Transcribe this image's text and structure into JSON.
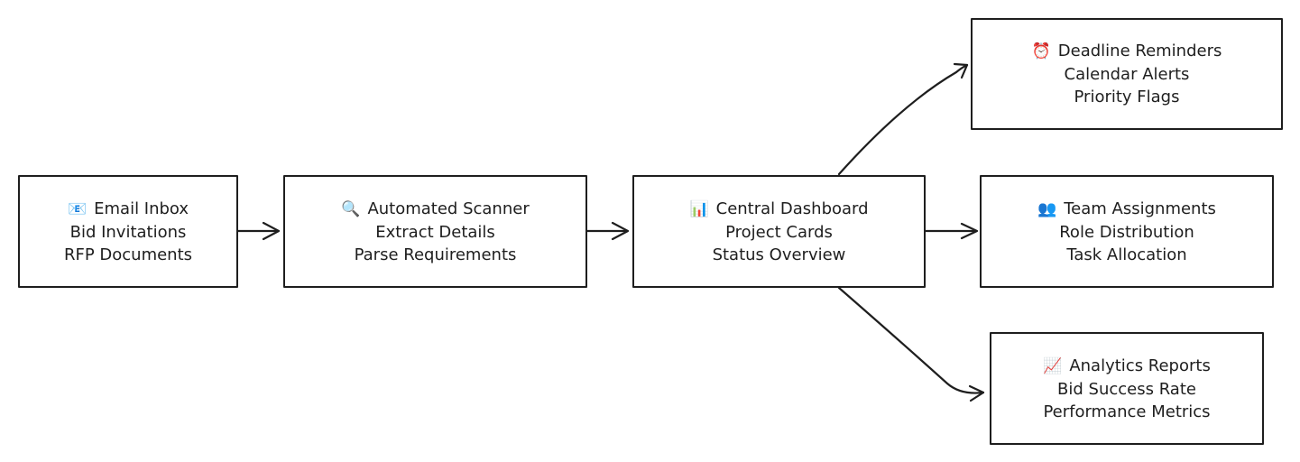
{
  "nodes": [
    {
      "id": "email",
      "icon": "📧",
      "icon_name": "envelope-icon",
      "lines": [
        "Email Inbox",
        "Bid Invitations",
        "RFP Documents"
      ]
    },
    {
      "id": "scanner",
      "icon": "🔍",
      "icon_name": "magnifier-icon",
      "lines": [
        "Automated Scanner",
        "Extract Details",
        "Parse Requirements"
      ]
    },
    {
      "id": "dashboard",
      "icon": "📊",
      "icon_name": "bar-chart-icon",
      "lines": [
        "Central Dashboard",
        "Project Cards",
        "Status Overview"
      ]
    },
    {
      "id": "deadline",
      "icon": "⏰",
      "icon_name": "alarm-clock-icon",
      "lines": [
        "Deadline Reminders",
        "Calendar Alerts",
        "Priority Flags"
      ]
    },
    {
      "id": "team",
      "icon": "👥",
      "icon_name": "people-icon",
      "lines": [
        "Team Assignments",
        "Role Distribution",
        "Task Allocation"
      ]
    },
    {
      "id": "analytics",
      "icon": "📈",
      "icon_name": "trend-chart-icon",
      "lines": [
        "Analytics Reports",
        "Bid Success Rate",
        "Performance Metrics"
      ]
    }
  ],
  "edges": [
    {
      "from": "email",
      "to": "scanner"
    },
    {
      "from": "scanner",
      "to": "dashboard"
    },
    {
      "from": "dashboard",
      "to": "deadline"
    },
    {
      "from": "dashboard",
      "to": "team"
    },
    {
      "from": "dashboard",
      "to": "analytics"
    }
  ],
  "colors": {
    "stroke": "#1e1e1e",
    "background": "#ffffff"
  }
}
